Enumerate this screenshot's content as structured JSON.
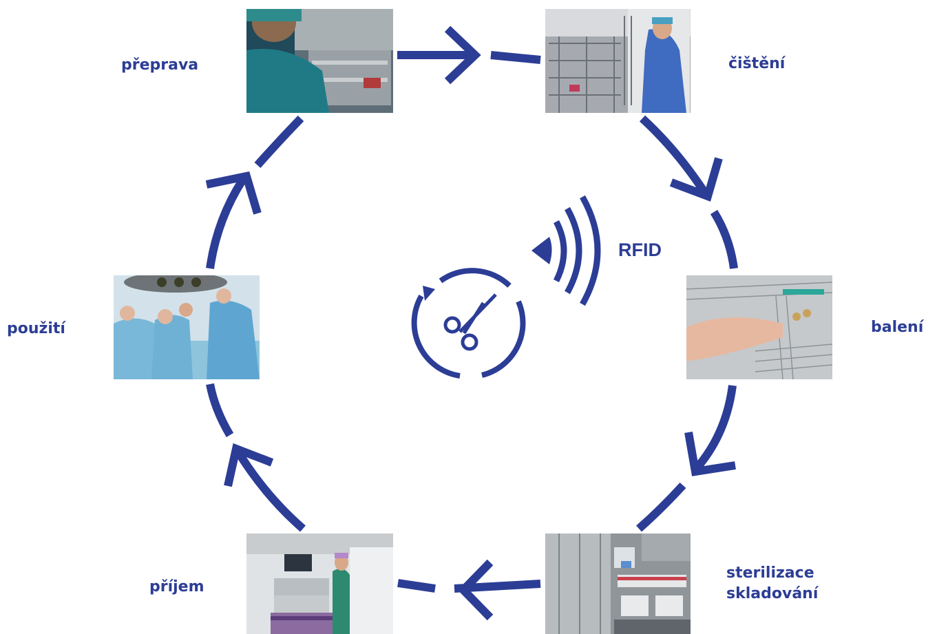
{
  "stages": [
    {
      "id": "preprava",
      "label": "přeprava"
    },
    {
      "id": "cisteni",
      "label": "čištění"
    },
    {
      "id": "baleni",
      "label": "balení"
    },
    {
      "id": "sterilizace",
      "label_lines": [
        "sterilizace",
        "skladování"
      ]
    },
    {
      "id": "prijem",
      "label": "příjem"
    },
    {
      "id": "pouziti",
      "label": "použití"
    }
  ],
  "center": {
    "rfid_text": "RFID",
    "icon": "scissors-cycle-icon",
    "signal_icon": "wireless-signal-icon"
  },
  "colors": {
    "accent": "#2c3d96",
    "background": "#ffffff"
  }
}
